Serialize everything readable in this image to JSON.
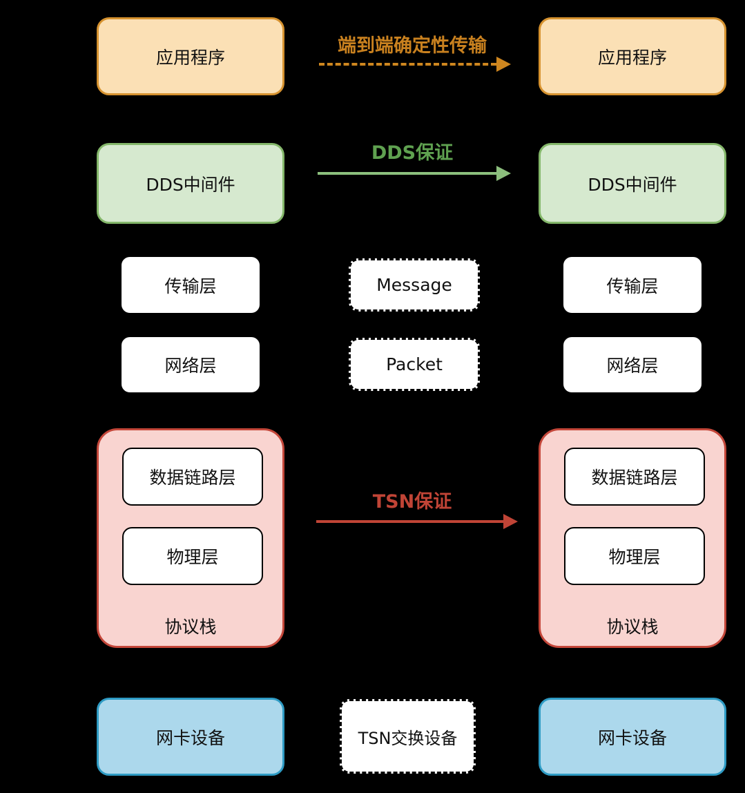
{
  "diagram": {
    "left_node": {
      "application": "应用程序",
      "dds_middleware": "DDS中间件",
      "transport_layer": "传输层",
      "network_layer": "网络层",
      "data_link_layer": "数据链路层",
      "physical_layer": "物理层",
      "protocol_stack": "协议栈",
      "nic_device": "网卡设备"
    },
    "right_node": {
      "application": "应用程序",
      "dds_middleware": "DDS中间件",
      "transport_layer": "传输层",
      "network_layer": "网络层",
      "data_link_layer": "数据链路层",
      "physical_layer": "物理层",
      "protocol_stack": "协议栈",
      "nic_device": "网卡设备"
    },
    "middle": {
      "e2e_arrow_label": "端到端确定性传输",
      "dds_arrow_label": "DDS保证",
      "message_box": "Message",
      "packet_box": "Packet",
      "tsn_arrow_label": "TSN保证",
      "tsn_switch_box": "TSN交换设备"
    },
    "colors": {
      "background": "#000000",
      "app_fill": "#FBE0B5",
      "app_border": "#D6922F",
      "dds_fill": "#D6E9CF",
      "dds_border": "#84B76A",
      "white_fill": "#FFFFFF",
      "box_border": "#000000",
      "stack_fill": "#F9D4D0",
      "stack_border": "#C4473A",
      "nic_fill": "#ACD8EC",
      "nic_border": "#2E9BC4",
      "e2e_label_color": "#C9811F",
      "arrow_orange": "#CE861F",
      "dds_label_color": "#5FA150",
      "arrow_green": "#8CBF7D",
      "tsn_label_color": "#C04436",
      "arrow_red": "#C04436"
    }
  }
}
